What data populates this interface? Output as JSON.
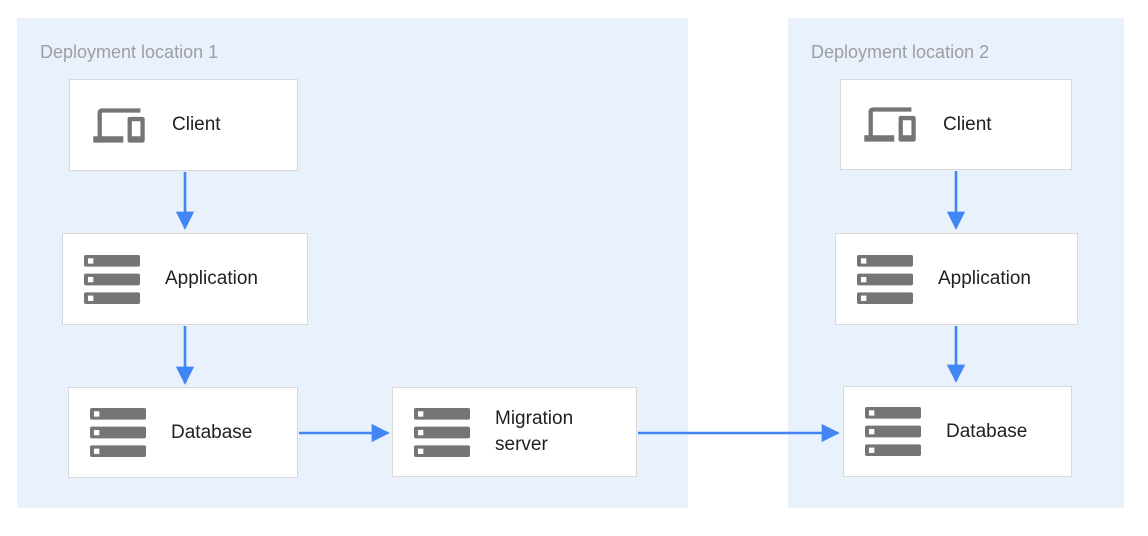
{
  "diagram": {
    "regions": [
      {
        "id": "deployment-location-1",
        "label": "Deployment location 1"
      },
      {
        "id": "deployment-location-2",
        "label": "Deployment location 2"
      }
    ],
    "nodes": [
      {
        "id": "client-1",
        "label": "Client",
        "icon": "devices-icon",
        "region": "deployment-location-1"
      },
      {
        "id": "application-1",
        "label": "Application",
        "icon": "server-stack-icon",
        "region": "deployment-location-1"
      },
      {
        "id": "database-1",
        "label": "Database",
        "icon": "server-stack-icon",
        "region": "deployment-location-1"
      },
      {
        "id": "migration-server",
        "label": "Migration server",
        "icon": "server-stack-icon",
        "region": "deployment-location-1"
      },
      {
        "id": "client-2",
        "label": "Client",
        "icon": "devices-icon",
        "region": "deployment-location-2"
      },
      {
        "id": "application-2",
        "label": "Application",
        "icon": "server-stack-icon",
        "region": "deployment-location-2"
      },
      {
        "id": "database-2",
        "label": "Database",
        "icon": "server-stack-icon",
        "region": "deployment-location-2"
      }
    ],
    "edges": [
      {
        "from": "client-1",
        "to": "application-1"
      },
      {
        "from": "application-1",
        "to": "database-1"
      },
      {
        "from": "database-1",
        "to": "migration-server"
      },
      {
        "from": "migration-server",
        "to": "database-2"
      },
      {
        "from": "client-2",
        "to": "application-2"
      },
      {
        "from": "application-2",
        "to": "database-2"
      }
    ]
  },
  "colors": {
    "region_bg": "#E8F1FC",
    "region_label": "#9E9E9E",
    "node_bg": "#FFFFFF",
    "node_border": "#D9D9D9",
    "node_text": "#212121",
    "icon": "#757575",
    "arrow": "#4285F4"
  }
}
